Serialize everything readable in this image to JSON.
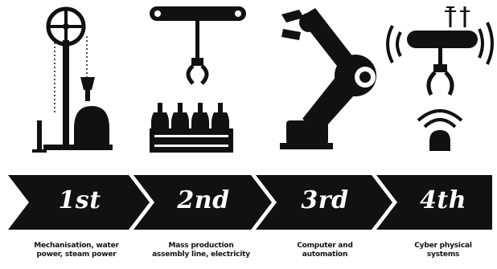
{
  "stages": [
    {
      "label": "1st",
      "caption_line1": "Mechanisation, water",
      "caption_line2": "power, steam power"
    },
    {
      "label": "2nd",
      "caption_line1": "Mass production",
      "caption_line2": "assembly line, electricity"
    },
    {
      "label": "3rd",
      "caption_line1": "Computer and",
      "caption_line2": "automation"
    },
    {
      "label": "4th",
      "caption_line1": "Cyber physical",
      "caption_line2": "systems"
    }
  ],
  "icons": [
    "steam-engine-icon",
    "assembly-line-icon",
    "robot-arm-icon",
    "cyber-physical-icon"
  ],
  "colors": {
    "ink": "#111111",
    "background": "#ffffff"
  }
}
